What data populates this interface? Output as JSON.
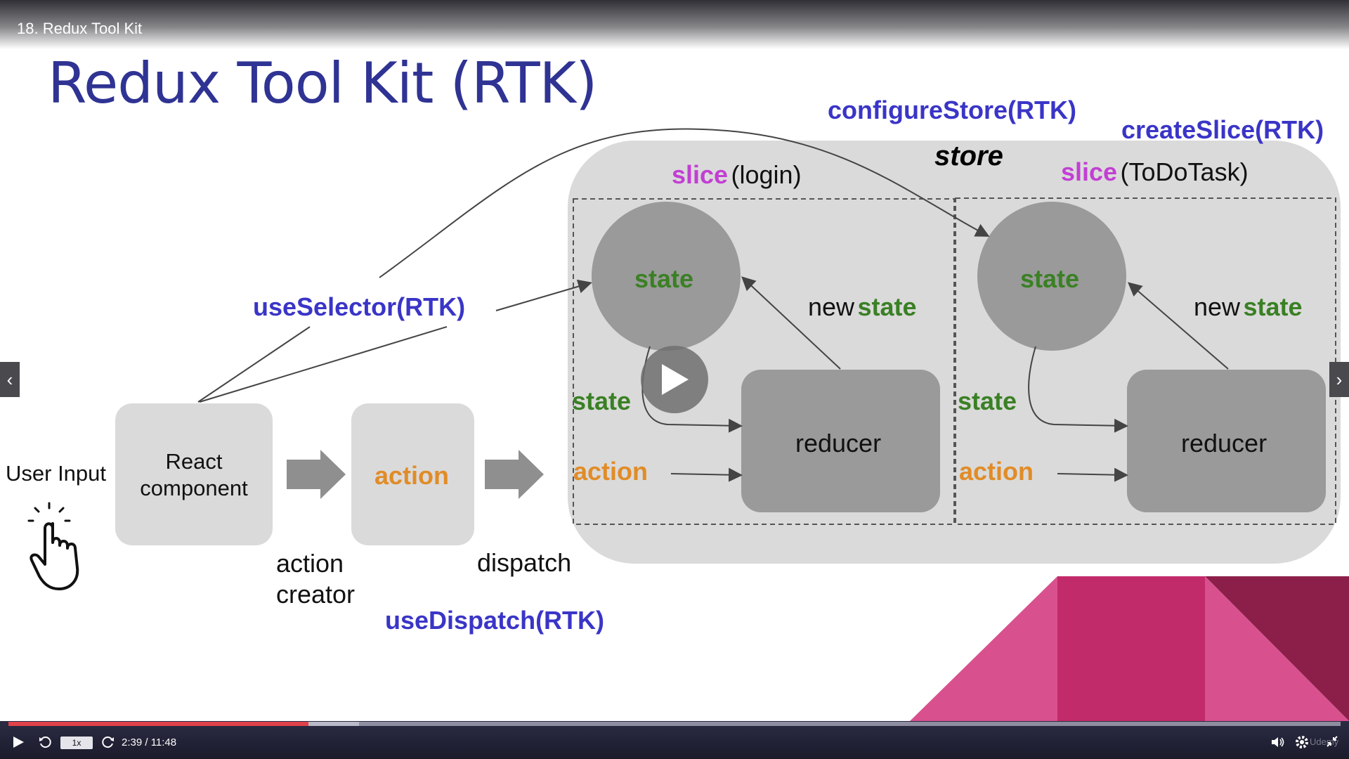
{
  "lecture": {
    "title": "18. Redux Tool Kit"
  },
  "slide": {
    "title": "Redux Tool Kit (RTK)",
    "user_input": "User Input",
    "react_component": [
      "React",
      "component"
    ],
    "action": "action",
    "action_creator": [
      "action",
      "creator"
    ],
    "dispatch": "dispatch",
    "use_dispatch": "useDispatch(RTK)",
    "use_selector": "useSelector(RTK)",
    "configure_store": "configureStore(RTK)",
    "create_slice": "createSlice(RTK)",
    "store": "store",
    "slice_word": "slice",
    "slice_login": "(login)",
    "slice_todo": "(ToDoTask)",
    "state": "state",
    "new": "new",
    "reducer": "reducer",
    "colors": {
      "title": "#2f3393",
      "rtk": "#3a35c7",
      "state": "#3a8024",
      "action": "#e18c27",
      "slice": "#c23fd3"
    }
  },
  "player": {
    "elapsed": "2:39",
    "duration": "11:48",
    "time_display": "2:39 / 11:48",
    "speed": "1x",
    "progress": 0.225,
    "brand": "Udemy",
    "icons": [
      "play-icon",
      "rewind-icon",
      "forward-icon",
      "volume-icon",
      "settings-icon",
      "exit-fullscreen-icon",
      "prev-icon",
      "next-icon"
    ]
  }
}
